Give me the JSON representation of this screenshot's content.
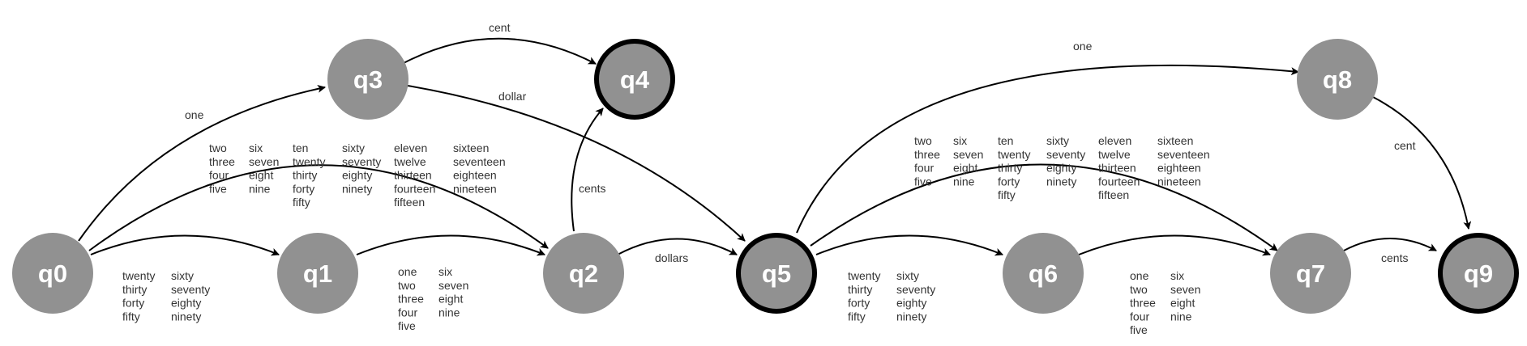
{
  "diagram": {
    "node_color": "#919191",
    "accept_border_color": "#000000",
    "nodes": [
      {
        "id": "q0",
        "label": "q0",
        "accepting": false
      },
      {
        "id": "q1",
        "label": "q1",
        "accepting": false
      },
      {
        "id": "q2",
        "label": "q2",
        "accepting": false
      },
      {
        "id": "q3",
        "label": "q3",
        "accepting": false
      },
      {
        "id": "q4",
        "label": "q4",
        "accepting": true
      },
      {
        "id": "q5",
        "label": "q5",
        "accepting": true
      },
      {
        "id": "q6",
        "label": "q6",
        "accepting": false
      },
      {
        "id": "q7",
        "label": "q7",
        "accepting": false
      },
      {
        "id": "q8",
        "label": "q8",
        "accepting": false
      },
      {
        "id": "q9",
        "label": "q9",
        "accepting": true
      }
    ],
    "edges": [
      {
        "from": "q0",
        "to": "q3",
        "label": [
          [
            "one"
          ]
        ]
      },
      {
        "from": "q0",
        "to": "q2",
        "label": [
          [
            "two",
            "three",
            "four",
            "five"
          ],
          [
            "six",
            "seven",
            "eight",
            "nine"
          ],
          [
            "ten",
            "twenty",
            "thirty",
            "forty",
            "fifty"
          ],
          [
            "sixty",
            "seventy",
            "eighty",
            "ninety"
          ],
          [
            "eleven",
            "twelve",
            "thirteen",
            "fourteen",
            "fifteen"
          ],
          [
            "sixteen",
            "seventeen",
            "eighteen",
            "nineteen"
          ]
        ]
      },
      {
        "from": "q0",
        "to": "q1",
        "label": [
          [
            "twenty",
            "thirty",
            "forty",
            "fifty"
          ],
          [
            "sixty",
            "seventy",
            "eighty",
            "ninety"
          ]
        ]
      },
      {
        "from": "q1",
        "to": "q2",
        "label": [
          [
            "one",
            "two",
            "three",
            "four",
            "five"
          ],
          [
            "six",
            "seven",
            "eight",
            "nine"
          ]
        ]
      },
      {
        "from": "q3",
        "to": "q4",
        "label": [
          [
            "cent"
          ]
        ]
      },
      {
        "from": "q3",
        "to": "q5",
        "label": [
          [
            "dollar"
          ]
        ]
      },
      {
        "from": "q2",
        "to": "q4",
        "label": [
          [
            "cents"
          ]
        ]
      },
      {
        "from": "q2",
        "to": "q5",
        "label": [
          [
            "dollars"
          ]
        ]
      },
      {
        "from": "q5",
        "to": "q8",
        "label": [
          [
            "one"
          ]
        ]
      },
      {
        "from": "q5",
        "to": "q7",
        "label": [
          [
            "two",
            "three",
            "four",
            "five"
          ],
          [
            "six",
            "seven",
            "eight",
            "nine"
          ],
          [
            "ten",
            "twenty",
            "thirty",
            "forty",
            "fifty"
          ],
          [
            "sixty",
            "seventy",
            "eighty",
            "ninety"
          ],
          [
            "eleven",
            "twelve",
            "thirteen",
            "fourteen",
            "fifteen"
          ],
          [
            "sixteen",
            "seventeen",
            "eighteen",
            "nineteen"
          ]
        ]
      },
      {
        "from": "q5",
        "to": "q6",
        "label": [
          [
            "twenty",
            "thirty",
            "forty",
            "fifty"
          ],
          [
            "sixty",
            "seventy",
            "eighty",
            "ninety"
          ]
        ]
      },
      {
        "from": "q6",
        "to": "q7",
        "label": [
          [
            "one",
            "two",
            "three",
            "four",
            "five"
          ],
          [
            "six",
            "seven",
            "eight",
            "nine"
          ]
        ]
      },
      {
        "from": "q8",
        "to": "q9",
        "label": [
          [
            "cent"
          ]
        ]
      },
      {
        "from": "q7",
        "to": "q9",
        "label": [
          [
            "cents"
          ]
        ]
      }
    ]
  }
}
